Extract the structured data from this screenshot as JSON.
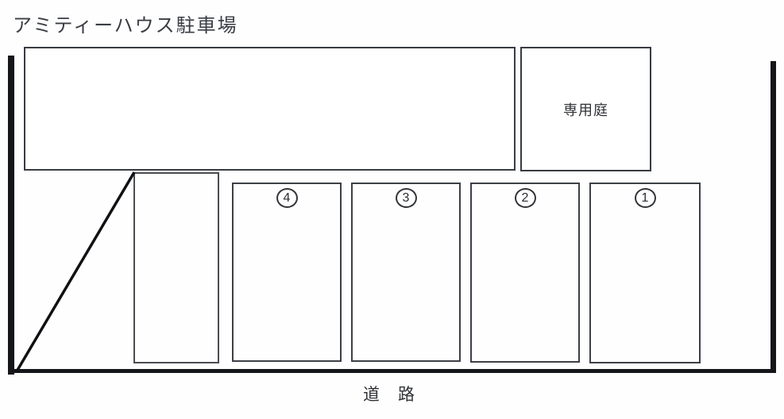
{
  "title": "アミティーハウス駐車場",
  "building": {
    "label": ""
  },
  "garden": {
    "label": "専用庭"
  },
  "road": {
    "label": "道　路"
  },
  "spaces": [
    {
      "number": "4"
    },
    {
      "number": "3"
    },
    {
      "number": "2"
    },
    {
      "number": "1"
    }
  ],
  "colors": {
    "line": "#383b42",
    "wall": "#15161a",
    "background": "#fefefe",
    "text": "#2f3136"
  }
}
